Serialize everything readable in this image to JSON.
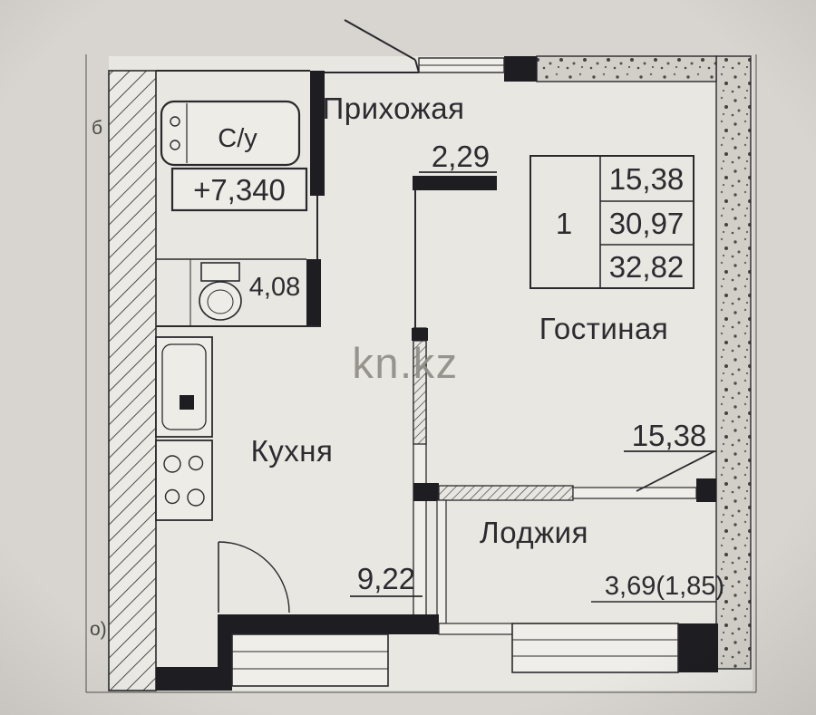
{
  "page": {
    "background": "#d8d5d0",
    "paper": "#e9e7e1",
    "ink": "#2a2a2e",
    "wall_fill": "#1e1e22",
    "watermark_color": "#8f8c85"
  },
  "watermark": {
    "text": "kn.kz"
  },
  "rooms": {
    "hallway": {
      "name": "Прихожая",
      "area": "2,29"
    },
    "bathroom": {
      "name": "С/у",
      "elevation": "+7,340"
    },
    "wc": {
      "area": "4,08"
    },
    "kitchen": {
      "name": "Кухня",
      "area": "9,22"
    },
    "living": {
      "name": "Гостиная",
      "area": "15,38"
    },
    "loggia": {
      "name": "Лоджия",
      "area": "3,69(1,85)"
    }
  },
  "area_table": {
    "rooms_count": "1",
    "rows": [
      "15,38",
      "30,97",
      "32,82"
    ]
  },
  "stray": {
    "left_edge": "б",
    "bottom_left": "о)"
  }
}
